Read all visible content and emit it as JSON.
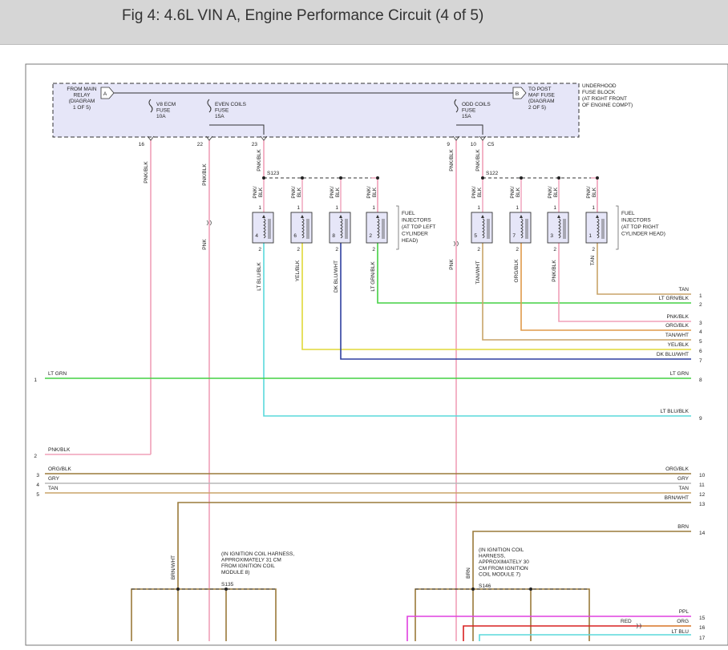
{
  "header": {
    "title": "Fig 4: 4.6L VIN A, Engine Performance Circuit (4 of 5)"
  },
  "colors": {
    "pink": "#f0a0b8",
    "green": "#44d044",
    "lt_blu": "#5ad8dc",
    "dk_blu": "#2e3fa0",
    "yellow": "#e0d838",
    "orange": "#e09a4a",
    "tan": "#c8a468",
    "brown": "#9a7a3a",
    "gray": "#b8b8b8",
    "red": "#d82020",
    "purple": "#e040e0",
    "fuse_box": "#e6e6f8"
  },
  "fuse_block": {
    "from_main_relay": [
      "FROM MAIN",
      "RELAY",
      "(DIAGRAM",
      "1 OF 5)"
    ],
    "connector_a": "A",
    "connector_b": "B",
    "to_post_maf": [
      "TO POST",
      "MAF FUSE",
      "(DIAGRAM",
      "2 OF 5)"
    ],
    "underhood": [
      "UNDERHOOD",
      "FUSE BLOCK",
      "(AT RIGHT FRONT",
      "OF ENGINE COMPT)"
    ],
    "fuses": [
      {
        "lines": [
          "V8 ECM",
          "FUSE",
          "10A"
        ]
      },
      {
        "lines": [
          "EVEN COILS",
          "FUSE",
          "15A"
        ]
      },
      {
        "lines": [
          "ODD COILS",
          "FUSE",
          "15A"
        ]
      }
    ],
    "pins": [
      "16",
      "22",
      "23",
      "9",
      "10"
    ],
    "c_label": "C5"
  },
  "feed_wires": [
    "PNK/BLK",
    "PNK/BLK",
    "PNK/BLK",
    "PNK/BLK",
    "PNK/BLK"
  ],
  "pnk_labels": [
    "PNK",
    "PNK"
  ],
  "splices": {
    "left": "S123",
    "right": "S122"
  },
  "left_injectors": {
    "feed": [
      "PNK/",
      "BLK"
    ],
    "numbers": [
      "4",
      "6",
      "8",
      "2"
    ],
    "pin1": "1",
    "pin2": "2",
    "outputs": [
      "LT BLU/BLK",
      "YEL/BLK",
      "DK BLU/WHT",
      "LT GRN/BLK"
    ],
    "label": [
      "FUEL",
      "INJECTORS",
      "(AT TOP LEFT",
      "CYLINDER",
      "HEAD)"
    ]
  },
  "right_injectors": {
    "feed": [
      "PNK/",
      "BLK"
    ],
    "numbers": [
      "5",
      "7",
      "3",
      "1"
    ],
    "pin1": "1",
    "pin2": "2",
    "outputs": [
      "TAN/WHT",
      "ORG/BLK",
      "PNK/BLK",
      "TAN"
    ],
    "label": [
      "FUEL",
      "INJECTORS",
      "(AT TOP RIGHT",
      "CYLINDER HEAD)"
    ]
  },
  "right_buses": [
    {
      "label": "TAN",
      "num": "1"
    },
    {
      "label": "LT GRN/BLK",
      "num": "2"
    },
    {
      "label": "PNK/BLK",
      "num": "3"
    },
    {
      "label": "ORG/BLK",
      "num": "4"
    },
    {
      "label": "TAN/WHT",
      "num": "5"
    },
    {
      "label": "YEL/BLK",
      "num": "6"
    },
    {
      "label": "DK BLU/WHT",
      "num": "7"
    }
  ],
  "through_lines": [
    {
      "left_label": "LT GRN",
      "left_num": "1",
      "right_label": "LT GRN",
      "right_num": "8"
    },
    {
      "left_label": "",
      "left_num": "",
      "right_label": "LT BLU/BLK",
      "right_num": "9"
    },
    {
      "left_label": "PNK/BLK",
      "left_num": "2",
      "right_label": "",
      "right_num": ""
    },
    {
      "left_label": "ORG/BLK",
      "left_num": "3",
      "right_label": "ORG/BLK",
      "right_num": "10"
    },
    {
      "left_label": "GRY",
      "left_num": "4",
      "right_label": "GRY",
      "right_num": "11"
    },
    {
      "left_label": "TAN",
      "left_num": "5",
      "right_label": "TAN",
      "right_num": "12"
    },
    {
      "left_label": "",
      "left_num": "",
      "right_label": "BRN/WHT",
      "right_num": "13"
    },
    {
      "left_label": "",
      "left_num": "",
      "right_label": "BRN",
      "right_num": "14"
    }
  ],
  "bottom": {
    "brn_wht": "BRN/WHT",
    "brn": "BRN",
    "harness_left": [
      "(IN IGNITION COIL HARNESS,",
      "APPROXIMATELY 31 CM",
      "FROM IGNITION COIL",
      "MODULE 8)"
    ],
    "splice_left": "S135",
    "harness_right": [
      "(IN IGNITION COIL",
      "HARNESS,",
      "APPROXIMATELY 30",
      "CM FROM IGNITION",
      "COIL MODULE 7)"
    ],
    "splice_right": "S146",
    "ppl": {
      "label": "PPL",
      "num": "15"
    },
    "org": {
      "label": "ORG",
      "num": "16"
    },
    "red": "RED",
    "lt_blu": {
      "label": "LT BLU",
      "num": "17"
    }
  }
}
